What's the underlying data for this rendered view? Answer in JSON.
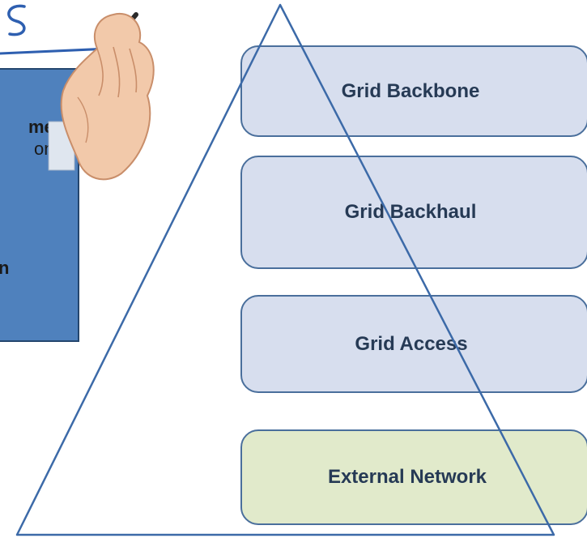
{
  "panel": {
    "fragments": [
      "me",
      "on",
      "n"
    ]
  },
  "pyramid": {
    "layers": [
      {
        "label": "Grid Backbone",
        "color": "#d7deee"
      },
      {
        "label": "Grid Backhaul",
        "color": "#d7deee"
      },
      {
        "label": "Grid Access",
        "color": "#d7deee"
      },
      {
        "label": "External Network",
        "color": "#e1eacb"
      }
    ],
    "outline_color": "#3c6aa8"
  }
}
